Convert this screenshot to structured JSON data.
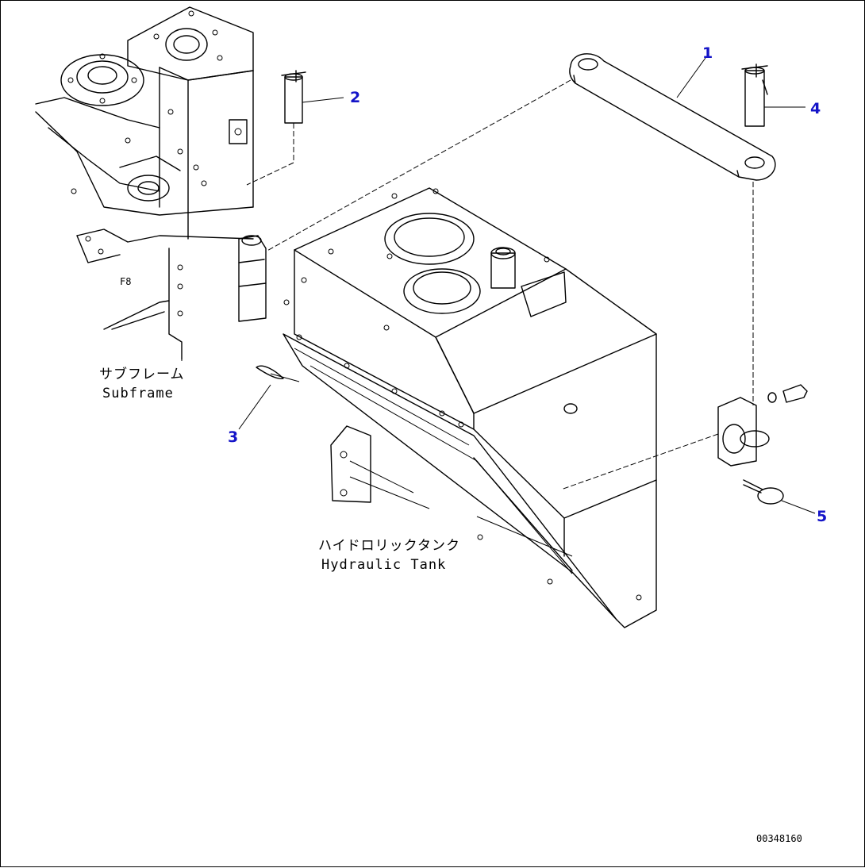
{
  "diagram": {
    "callouts": [
      {
        "id": "1",
        "label": "1"
      },
      {
        "id": "2",
        "label": "2"
      },
      {
        "id": "3",
        "label": "3"
      },
      {
        "id": "4",
        "label": "4"
      },
      {
        "id": "5",
        "label": "5"
      }
    ],
    "labels": {
      "subframe_jp": "サブフレーム",
      "subframe_en": "Subframe",
      "tank_jp": "ハイドロリックタンク",
      "tank_en": "Hydraulic Tank"
    },
    "drawing_code": "00348160",
    "callout_color": "#1414c8"
  }
}
